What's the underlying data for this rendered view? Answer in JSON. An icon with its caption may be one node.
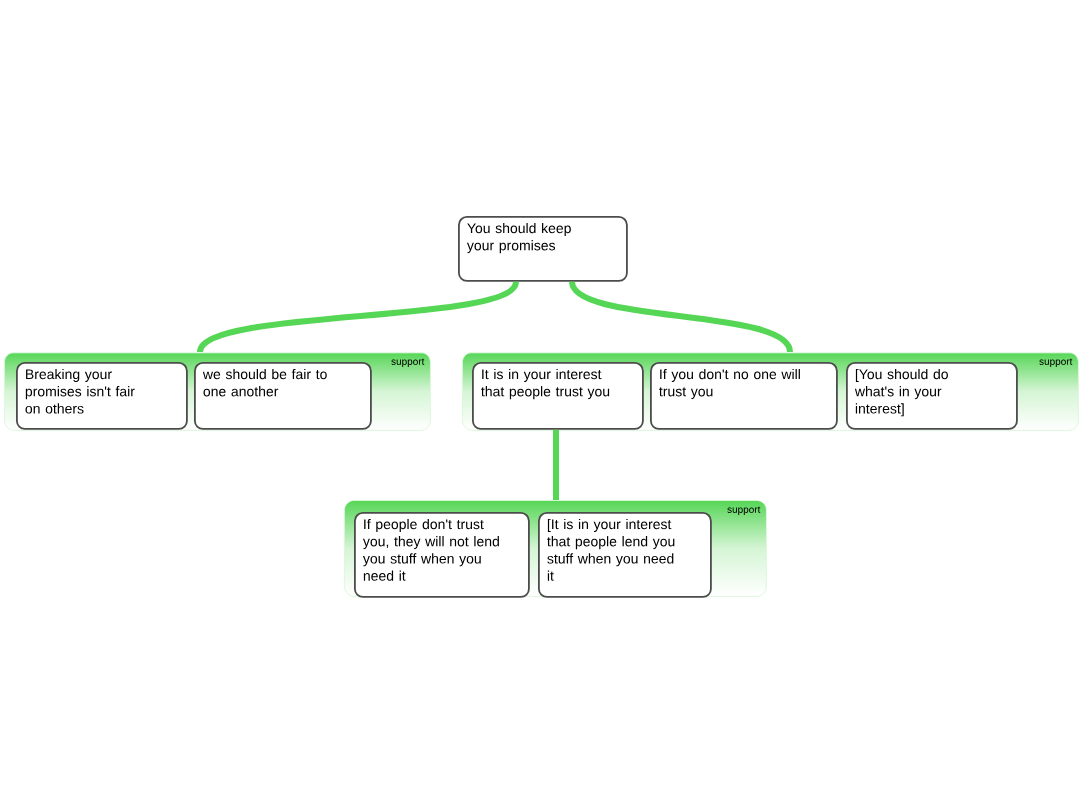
{
  "diagram": {
    "nodes": [
      {
        "text": [
          "You should keep your promises"
        ]
      },
      {
        "text": [
          "support"
        ]
      },
      {
        "text": [
          "Breaking your promises isn't fair on others"
        ],
        "in": 1
      },
      {
        "text": [
          "we should be fair to one another"
        ],
        "in": 1
      },
      {
        "text": [
          "support"
        ]
      },
      {
        "text": [
          "It is in your interest that people trust you"
        ],
        "in": 4
      },
      {
        "text": [
          "If you don't no one will trust you"
        ],
        "in": 4
      },
      {
        "text": [
          "[You should do what's in your interest]"
        ],
        "in": 4
      },
      {
        "text": [
          "support"
        ]
      },
      {
        "text": [
          "If people don't trust you, they will not lend you stuff when you need it"
        ],
        "in": 8
      },
      {
        "text": [
          "[It is in your interest that people lend you stuff when you need it"
        ],
        "in": 8
      }
    ],
    "edges": [
      {
        "from": 0,
        "to": 1,
        "arrow": "none"
      },
      {
        "from": 0,
        "to": 4,
        "arrow": "none"
      },
      {
        "from": 5,
        "to": 8,
        "arrow": "none"
      }
    ]
  }
}
